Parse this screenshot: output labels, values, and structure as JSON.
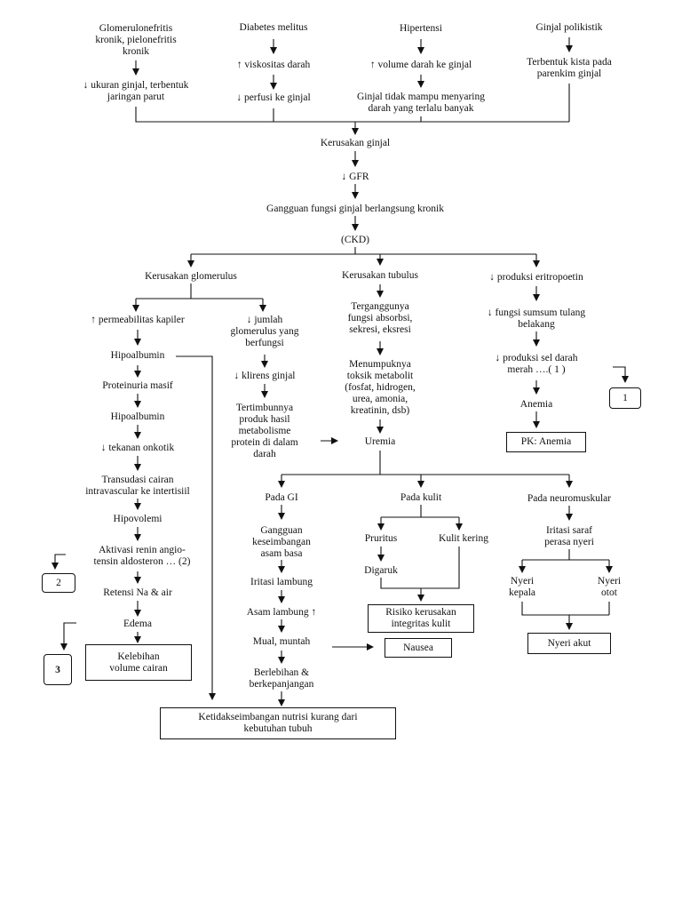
{
  "causes": {
    "glomerulonefritis": "Glomerulonefritis\nkronik, pielonefritis\nkronik",
    "glomerulo_effect": "↓ ukuran ginjal, terbentuk\njaringan parut",
    "diabetes": "Diabetes melitus",
    "diabetes_effect1": "↑ viskositas darah",
    "diabetes_effect2": "↓ perfusi ke ginjal",
    "hipertensi": "Hipertensi",
    "hipertensi_effect1": "↑ volume darah ke ginjal",
    "hipertensi_effect2": "Ginjal tidak mampu menyaring\ndarah yang terlalu banyak",
    "polikistik": "Ginjal polikistik",
    "polikistik_effect": "Terbentuk kista pada\nparenkim ginjal"
  },
  "main": {
    "kerusakan_ginjal": "Kerusakan ginjal",
    "gfr": "↓ GFR",
    "gangguan": "Gangguan fungsi ginjal berlangsung kronik",
    "ckd": "(CKD)"
  },
  "glomerulus": {
    "title": "Kerusakan glomerulus",
    "permeabilitas": "↑ permeabilitas kapiler",
    "hipoalbumin1": "Hipoalbumin",
    "proteinuria": "Proteinuria masif",
    "hipoalbumin2": "Hipoalbumin",
    "onkotik": "↓ tekanan onkotik",
    "transudasi": "Transudasi cairan\nintravascular ke intertisiil",
    "hipovolemi": "Hipovolemi",
    "aktivasi": "Aktivasi renin angio-\ntensin aldosteron … (2)",
    "retensi": "Retensi Na & air",
    "edema": "Edema",
    "kelebihan": "Kelebihan\nvolume cairan",
    "jumlah": "↓ jumlah\nglomerulus yang\nberfungsi",
    "klirens": "↓ klirens ginjal",
    "tertimbun": "Tertimbunnya\nproduk hasil\nmetabolisme\nprotein di dalam\ndarah"
  },
  "tubulus": {
    "title": "Kerusakan tubulus",
    "terganggu": "Terganggunya\nfungsi absorbsi,\nsekresi, eksresi",
    "menumpuk": "Menumpuknya\ntoksik metabolit\n(fosfat, hidrogen,\nurea, amonia,\nkreatinin, dsb)",
    "uremia": "Uremia"
  },
  "eritropoetin": {
    "title": "↓ produksi eritropoetin",
    "sumsum": "↓ fungsi sumsum tulang\nbelakang",
    "sel_darah": "↓ produksi sel darah\nmerah ….( 1 )",
    "anemia": "Anemia",
    "pk_anemia": "PK: Anemia"
  },
  "gi": {
    "title": "Pada GI",
    "asam_basa": "Gangguan\nkeseimbangan\nasam basa",
    "iritasi": "Iritasi lambung",
    "asam": "Asam lambung ↑",
    "mual": "Mual, muntah",
    "berlebihan": "Berlebihan &\nberkepanjangan",
    "nausea": "Nausea"
  },
  "kulit": {
    "title": "Pada kulit",
    "pruritus": "Pruritus",
    "kering": "Kulit kering",
    "digaruk": "Digaruk",
    "risiko": "Risiko kerusakan\nintegritas kulit"
  },
  "neuro": {
    "title": "Pada neuromuskular",
    "iritasi_saraf": "Iritasi saraf\nperasa nyeri",
    "nyeri_kepala": "Nyeri\nkepala",
    "nyeri_otot": "Nyeri\notot",
    "nyeri_akut": "Nyeri akut"
  },
  "nutrisi": "Ketidakseimbangan nutrisi kurang dari\nkebutuhan tubuh",
  "connectors": {
    "c1": "1",
    "c2": "2",
    "c3": "3"
  }
}
